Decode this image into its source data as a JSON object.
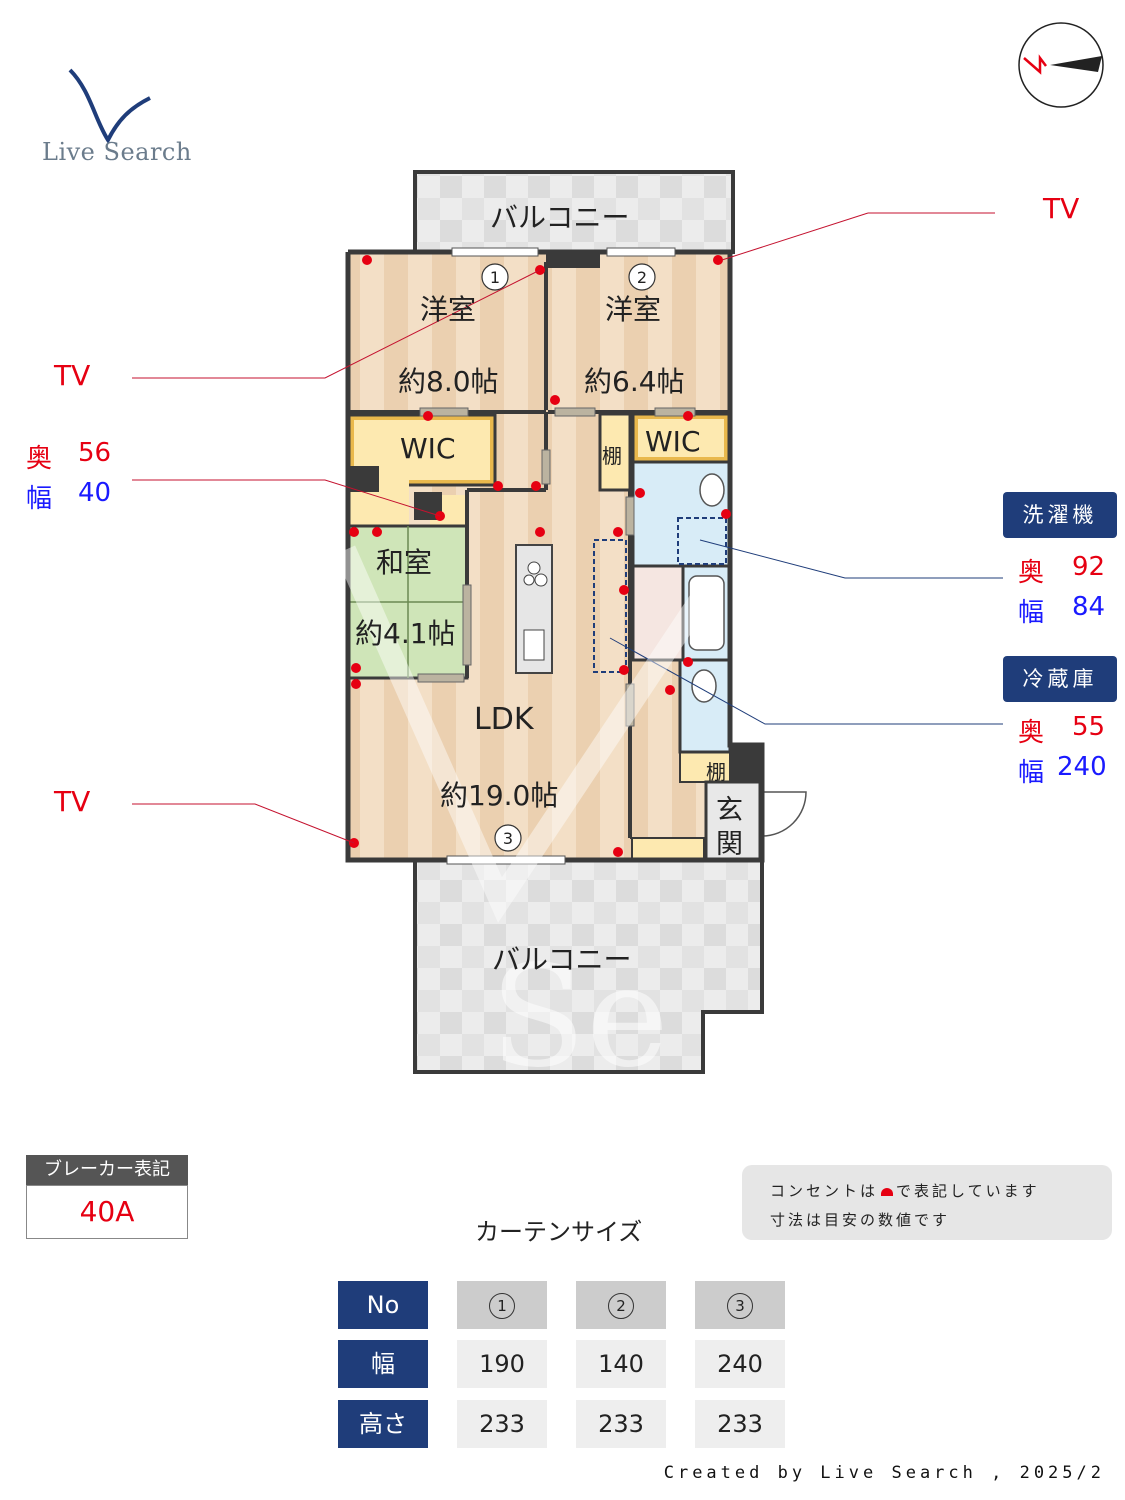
{
  "brand": {
    "logo_text": "Live Search"
  },
  "rooms": {
    "balcony_top": "バルコニー",
    "balcony_bottom": "バルコニー",
    "western1_name": "洋室",
    "western1_size": "約8.0帖",
    "western2_name": "洋室",
    "western2_size": "約6.4帖",
    "wic1": "WIC",
    "wic2": "WIC",
    "shelf1": "棚",
    "shelf2": "棚",
    "japanese_name": "和室",
    "japanese_size": "約4.1帖",
    "ldk_name": "LDK",
    "ldk_size": "約19.0帖",
    "entrance_1": "玄",
    "entrance_2": "関",
    "window_marks": [
      "1",
      "2",
      "3"
    ]
  },
  "annotations": {
    "tv_top": "TV",
    "tv_left1": "TV",
    "tv_left2": "TV",
    "left_depth_label": "奥",
    "left_depth_value": "56",
    "left_width_label": "幅",
    "left_width_value": "40",
    "washer": {
      "title": "洗濯機",
      "depth_label": "奥",
      "depth_value": "92",
      "width_label": "幅",
      "width_value": "84"
    },
    "fridge": {
      "title": "冷蔵庫",
      "depth_label": "奥",
      "depth_value": "55",
      "width_label": "幅",
      "width_value": "240"
    }
  },
  "breaker": {
    "title": "ブレーカー表記",
    "value": "40A"
  },
  "note": {
    "line1_a": "コンセントは",
    "line1_b": "で表記しています",
    "line2": "寸法は目安の数値です"
  },
  "curtain": {
    "title": "カーテンサイズ",
    "header_label": "No",
    "columns": [
      "1",
      "2",
      "3"
    ],
    "rows": [
      {
        "label": "幅",
        "values": [
          "190",
          "140",
          "240"
        ]
      },
      {
        "label": "高さ",
        "values": [
          "233",
          "233",
          "233"
        ]
      }
    ]
  },
  "credit": "Created by Live Search , 2025/2",
  "colors": {
    "outlet": "#e60012",
    "wall": "#3a3a3a",
    "wood": "#f2ddc3",
    "tatami": "#cfe5b8",
    "water": "#d8ecf7",
    "navy": "#1f3d7a"
  },
  "icons": {
    "compass": "north-arrow-icon",
    "logo": "v-logo-icon"
  }
}
